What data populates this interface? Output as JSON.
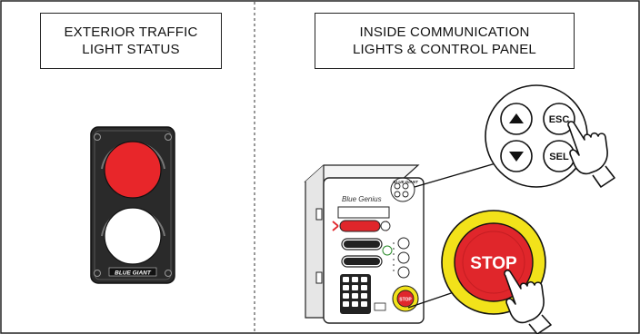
{
  "left_panel": {
    "title_line1": "EXTERIOR TRAFFIC",
    "title_line2": "LIGHT STATUS",
    "brand_plate": "BLUE GIANT",
    "lights": {
      "top": "red",
      "bottom": "white"
    }
  },
  "right_panel": {
    "title_line1": "INSIDE COMMUNICATION",
    "title_line2": "LIGHTS & CONTROL PANEL",
    "nav_keys": {
      "esc": "ESC",
      "sel": "SEL"
    },
    "stop_label": "STOP",
    "small_stop_label": "STOP",
    "device_script": "Blue Genius",
    "device_brand": "BLUE GIANT"
  },
  "colors": {
    "outline": "#1a1a1a",
    "red_light": "#e8262a",
    "stop_red": "#e0262b",
    "stop_ring": "#f2e21a",
    "divider": "#555555"
  }
}
